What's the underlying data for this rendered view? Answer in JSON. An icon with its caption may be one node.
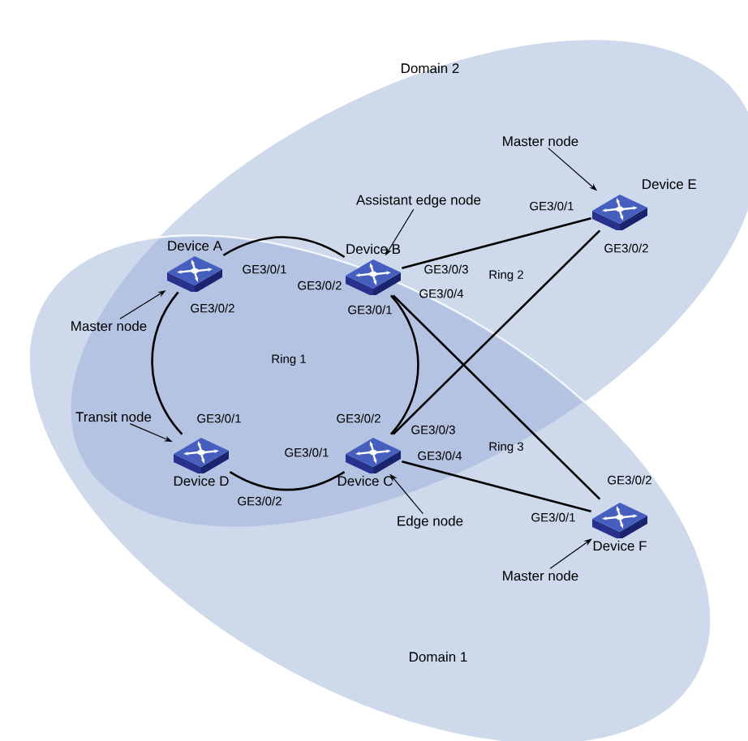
{
  "diagram": {
    "nodes": [
      {
        "text": [
          "Domain 2"
        ]
      },
      {
        "text": [
          "Domain 1"
        ]
      },
      {
        "text": [
          "Device A"
        ]
      },
      {
        "text": [
          "Device B"
        ]
      },
      {
        "text": [
          "Device E"
        ],
        "in": 0
      },
      {
        "text": [
          "Device D"
        ]
      },
      {
        "text": [
          "Device C"
        ]
      },
      {
        "text": [
          "Device F"
        ],
        "in": 1
      },
      {
        "text": [
          "Master node"
        ]
      },
      {
        "text": [
          "Assistant edge node"
        ],
        "in": 0
      },
      {
        "text": [
          "Master node"
        ],
        "in": 0
      },
      {
        "text": [
          "Transit node"
        ]
      },
      {
        "text": [
          "Edge node"
        ],
        "in": 1
      },
      {
        "text": [
          "Master node"
        ],
        "in": 1
      }
    ],
    "edges": [
      {
        "from": 2,
        "to": 3,
        "arrow": "none"
      },
      {
        "from": 3,
        "to": 6,
        "arrow": "none"
      },
      {
        "from": 6,
        "to": 5,
        "arrow": "none"
      },
      {
        "from": 5,
        "to": 2,
        "arrow": "none"
      },
      {
        "from": 3,
        "to": 4,
        "arrow": "none"
      },
      {
        "from": 4,
        "to": 6,
        "arrow": "none"
      },
      {
        "from": 3,
        "to": 7,
        "arrow": "none"
      },
      {
        "from": 6,
        "to": 7,
        "arrow": "none"
      },
      {
        "from": 8,
        "to": 2,
        "arrow": "to"
      },
      {
        "from": 9,
        "to": 3,
        "arrow": "to"
      },
      {
        "from": 10,
        "to": 4,
        "arrow": "to"
      },
      {
        "from": 11,
        "to": 5,
        "arrow": "to"
      },
      {
        "from": 12,
        "to": 6,
        "arrow": "to"
      },
      {
        "from": 13,
        "to": 7,
        "arrow": "to"
      }
    ],
    "labels": [
      "GE3/0/1",
      "GE3/0/2",
      "GE3/0/1",
      "GE3/0/2",
      "GE3/0/3",
      "GE3/0/2",
      "GE3/0/1",
      "GE3/0/4",
      "Ring 2",
      "Ring 1",
      "GE3/0/1",
      "GE3/0/2",
      "GE3/0/3",
      "Ring 3",
      "GE3/0/1",
      "GE3/0/4",
      "GE3/0/2",
      "GE3/0/2",
      "GE3/0/1"
    ]
  }
}
